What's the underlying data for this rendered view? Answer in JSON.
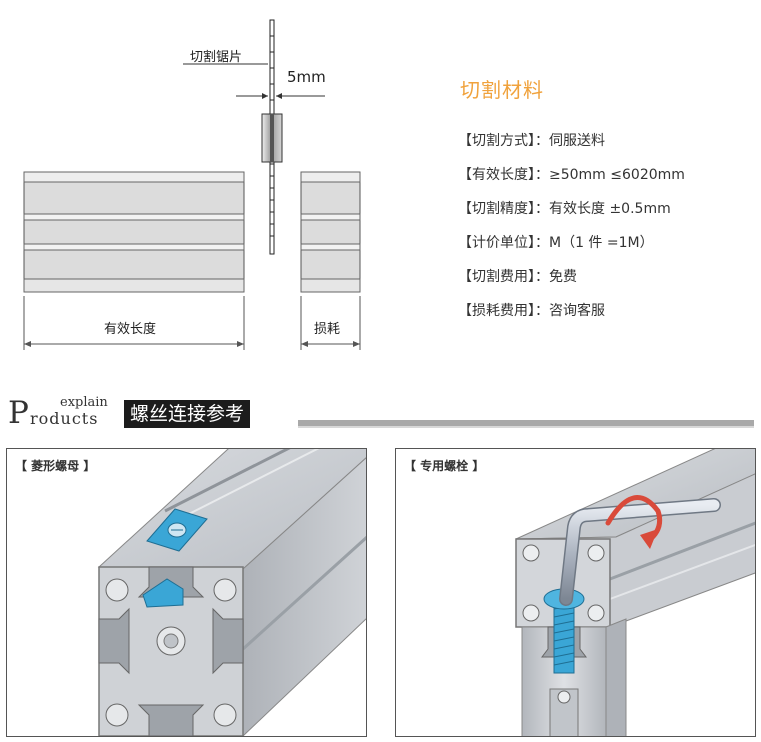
{
  "diagram": {
    "saw_label": "切割锯片",
    "kerf_label": "5mm",
    "length_label": "有效长度",
    "loss_label": "损耗"
  },
  "info": {
    "title": "切割材料",
    "specs": [
      {
        "key": "切割方式",
        "value": "伺服送料"
      },
      {
        "key": "有效长度",
        "value": "≥50mm ≤6020mm"
      },
      {
        "key": "切割精度",
        "value": "有效长度 ±0.5mm"
      },
      {
        "key": "计价单位",
        "value": "M（1 件 =1M）"
      },
      {
        "key": "切割费用",
        "value": "免费"
      },
      {
        "key": "损耗费用",
        "value": "咨询客服"
      }
    ],
    "bracket_open": "【",
    "bracket_close": "】",
    "colon": "："
  },
  "section": {
    "brand_initial": "P",
    "brand_rest": "roducts",
    "brand_explain": "explain",
    "title": "螺丝连接参考"
  },
  "panels": [
    {
      "label": "【 菱形螺母 】"
    },
    {
      "label": "【 专用螺栓 】"
    }
  ],
  "colors": {
    "accent": "#f0a23c",
    "nut_blue": "#3aa6d6",
    "aluminum": "#c8cbd0"
  }
}
